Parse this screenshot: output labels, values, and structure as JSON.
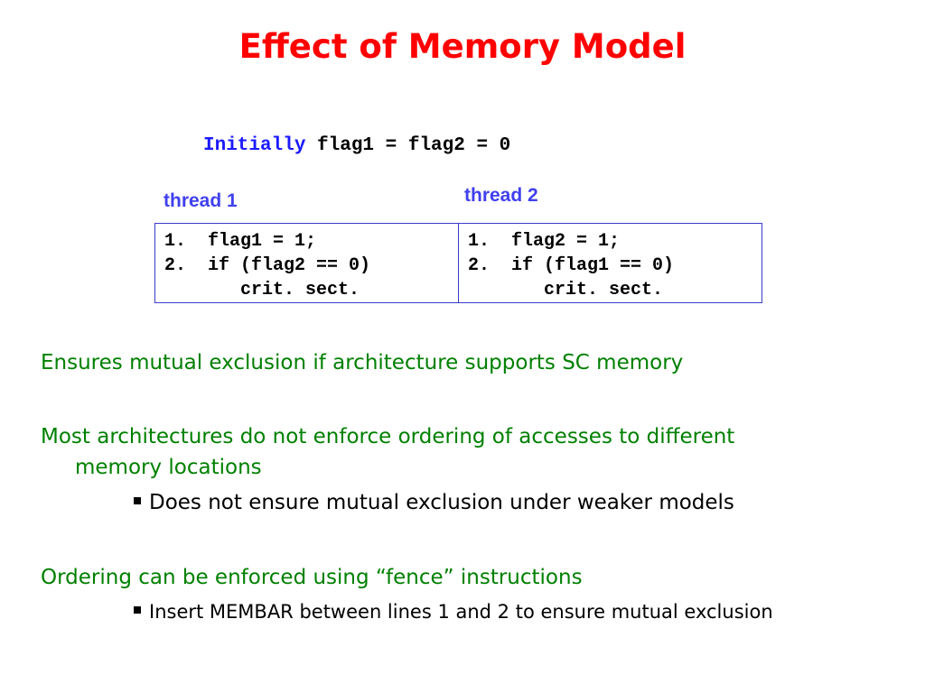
{
  "title": "Effect of Memory Model",
  "initially": {
    "keyword": "Initially",
    "expression": " flag1 = flag2 = 0"
  },
  "threads": [
    {
      "label": "thread 1",
      "code": "1.  flag1 = 1;\n2.  if (flag2 == 0)\n       crit. sect."
    },
    {
      "label": "thread 2",
      "code": "1.  flag2 = 1;\n2.  if (flag1 == 0)\n       crit. sect."
    }
  ],
  "bullets": [
    {
      "text": "Ensures mutual exclusion if architecture supports SC memory"
    },
    {
      "text": "Most architectures do not enforce ordering of accesses to different",
      "continuation": "memory locations",
      "sub": "Does not ensure mutual exclusion under weaker models"
    },
    {
      "text": "Ordering can be enforced using “fence” instructions",
      "sub": "Insert MEMBAR between lines 1 and 2 to ensure mutual exclusion"
    }
  ],
  "colors": {
    "title": "#ff0000",
    "keyword": "#1a1aff",
    "thread_label": "#4040ee",
    "bullet": "#008000",
    "border": "#3b3bcc"
  }
}
